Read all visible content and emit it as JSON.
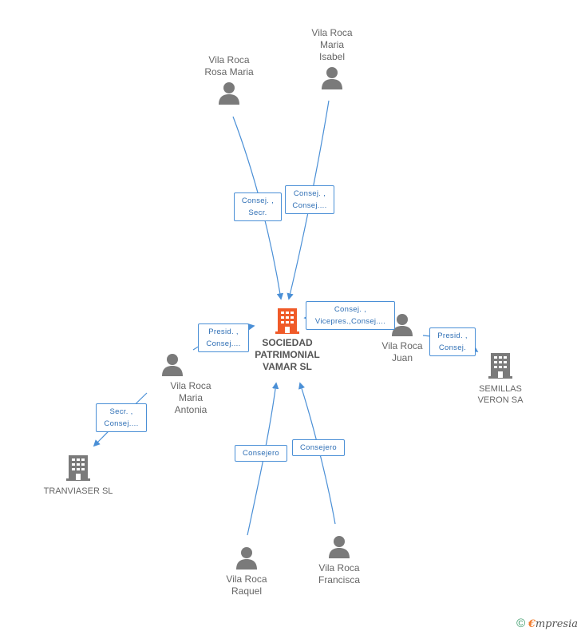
{
  "center": {
    "label": "SOCIEDAD\nPATRIMONIAL\nVAMAR SL",
    "color": "#f05a28",
    "icon": "building-icon"
  },
  "people": [
    {
      "id": "rosa",
      "label": "Vila Roca\nRosa Maria",
      "icon": "person-icon"
    },
    {
      "id": "isabel",
      "label": "Vila Roca\nMaria\nIsabel",
      "icon": "person-icon"
    },
    {
      "id": "juan",
      "label": "Vila Roca\nJuan",
      "icon": "person-icon"
    },
    {
      "id": "antonia",
      "label": "Vila Roca\nMaria\nAntonia",
      "icon": "person-icon"
    },
    {
      "id": "raquel",
      "label": "Vila Roca\nRaquel",
      "icon": "person-icon"
    },
    {
      "id": "francisca",
      "label": "Vila Roca\nFrancisca",
      "icon": "person-icon"
    }
  ],
  "companies": [
    {
      "id": "semillas",
      "label": "SEMILLAS\nVERON SA",
      "icon": "building-icon"
    },
    {
      "id": "tranviaser",
      "label": "TRANVIASER SL",
      "icon": "building-icon"
    }
  ],
  "edges": [
    {
      "id": "rosa",
      "label": "Consej. ,\nSecr."
    },
    {
      "id": "isabel",
      "label": "Consej. ,\nConsej...."
    },
    {
      "id": "juan",
      "label": "Consej. ,\nVicepres.,Consej...."
    },
    {
      "id": "antonia",
      "label": "Presid. ,\nConsej...."
    },
    {
      "id": "juan-semillas",
      "label": "Presid. ,\nConsej."
    },
    {
      "id": "antonia-tranviaser",
      "label": "Secr. ,\nConsej...."
    },
    {
      "id": "raquel",
      "label": "Consejero"
    },
    {
      "id": "francisca",
      "label": "Consejero"
    }
  ],
  "colors": {
    "edge": "#4a8fd6",
    "icon": "#7a7a7a",
    "center": "#f05a28"
  },
  "footer": {
    "copyright": "©",
    "brand_e": "€",
    "brand_rest": "mpresia"
  }
}
